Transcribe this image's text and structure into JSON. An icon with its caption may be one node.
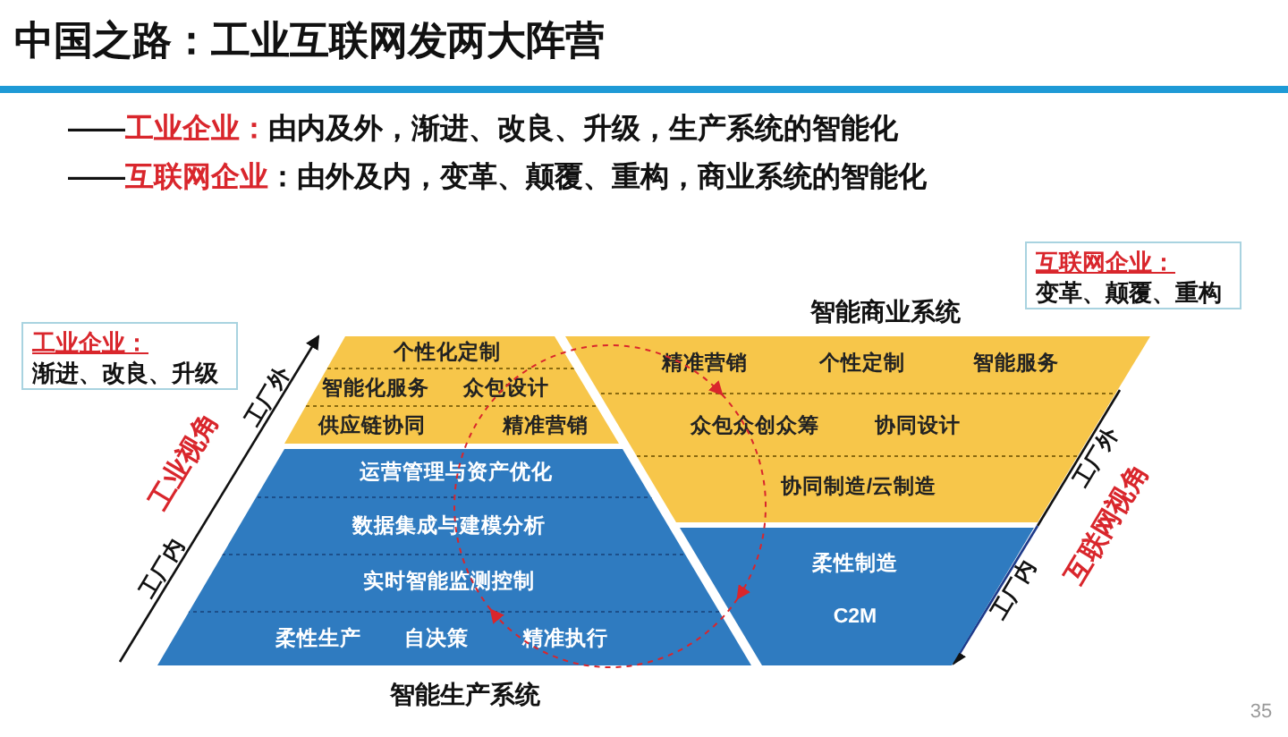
{
  "diagram": {
    "title": "中国之路：工业互联网发两大阵营",
    "nodes": [
      {
        "text": [
          "工业企业：",
          "渐进、改良、升级"
        ]
      },
      {
        "text": [
          "互联网企业：",
          "变革、颠覆、重构"
        ]
      },
      {
        "text": [
          "个性化定制",
          "智能化服务",
          "众包设计",
          "供应链协同",
          "精准营销"
        ]
      },
      {
        "text": [
          "精准营销",
          "个性定制",
          "智能服务",
          "众包众创众筹",
          "协同设计",
          "协同制造/云制造"
        ],
        "beside": [
          "智能商业系统"
        ]
      },
      {
        "text": [
          "运营管理与资产优化",
          "数据集成与建模分析",
          "实时智能监测控制",
          "柔性生产",
          "自决策",
          "精准执行"
        ],
        "beside": [
          "智能生产系统"
        ]
      },
      {
        "text": [
          "柔性制造",
          "C2M"
        ]
      }
    ],
    "edges": [
      {
        "from": 4,
        "to": 2,
        "arrow": "none",
        "style": "dashed",
        "color": "#d9262c"
      },
      {
        "from": 2,
        "to": 3,
        "arrow": "to",
        "style": "dashed",
        "color": "#d9262c"
      },
      {
        "from": 3,
        "to": 5,
        "arrow": "to",
        "style": "dashed",
        "color": "#d9262c"
      },
      {
        "from": 5,
        "to": 4,
        "arrow": "to",
        "style": "dashed",
        "color": "#d9262c"
      }
    ],
    "labels": [
      "——**工业企业：**由内及外，渐进、改良、升级，生产系统的智能化",
      "——**互联网企业**：由外及内，变革、颠覆、重构，商业系统的智能化",
      "工厂外",
      "工业视角",
      "工厂内",
      "工厂外",
      "互联网视角",
      "工厂内",
      "35"
    ]
  }
}
